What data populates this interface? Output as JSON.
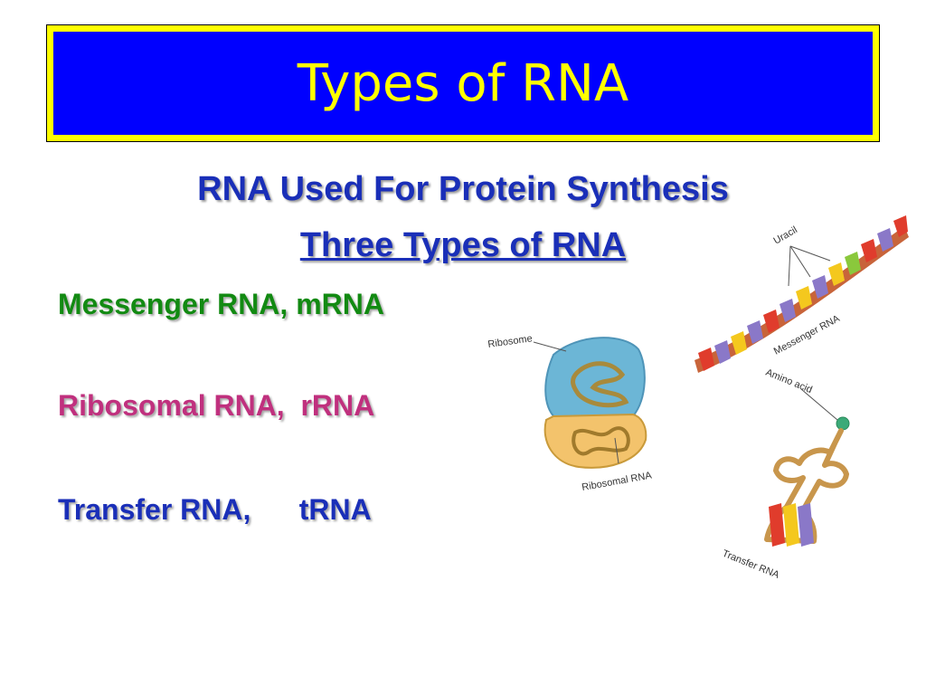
{
  "slide": {
    "title": "Types of RNA",
    "subtitle": "RNA Used For Protein Synthesis",
    "subheading": "Three Types of RNA",
    "items": [
      {
        "text": "Messenger RNA, mRNA",
        "color": "#128a12"
      },
      {
        "text": "Ribosomal RNA,  rRNA",
        "color": "#c0307e"
      },
      {
        "text": "Transfer RNA,      tRNA",
        "color": "#1a2fb8"
      }
    ]
  },
  "illustration": {
    "ribosome_label": "Ribosome",
    "ribosomal_rna_label": "Ribosomal RNA",
    "uracil_label": "Uracil",
    "messenger_rna_label": "Messenger RNA",
    "amino_acid_label": "Amino acid",
    "transfer_rna_label": "Transfer RNA"
  },
  "colors": {
    "title_bg": "#0000ff",
    "title_border": "#ffff00",
    "title_text": "#ffff00"
  }
}
